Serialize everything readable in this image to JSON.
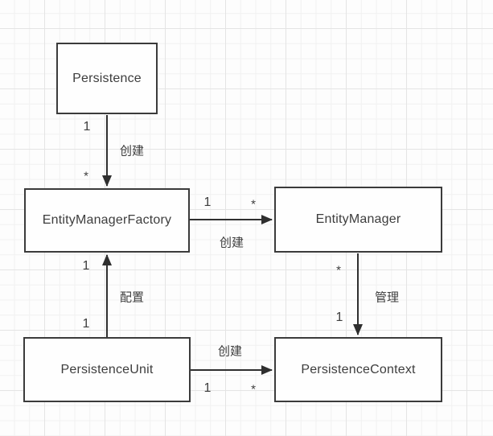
{
  "diagram": {
    "kind": "uml-relationship-diagram",
    "nodes": [
      {
        "id": "persistence",
        "label": "Persistence"
      },
      {
        "id": "entityManagerFactory",
        "label": "EntityManagerFactory"
      },
      {
        "id": "entityManager",
        "label": "EntityManager"
      },
      {
        "id": "persistenceUnit",
        "label": "PersistenceUnit"
      },
      {
        "id": "persistenceContext",
        "label": "PersistenceContext"
      }
    ],
    "edges": [
      {
        "from": "Persistence",
        "to": "EntityManagerFactory",
        "label": "创建",
        "source_multiplicity": "1",
        "target_multiplicity": "*"
      },
      {
        "from": "EntityManagerFactory",
        "to": "EntityManager",
        "label": "创建",
        "source_multiplicity": "1",
        "target_multiplicity": "*"
      },
      {
        "from": "PersistenceUnit",
        "to": "EntityManagerFactory",
        "label": "配置",
        "source_multiplicity": "1",
        "target_multiplicity": "1"
      },
      {
        "from": "EntityManager",
        "to": "PersistenceContext",
        "label": "管理",
        "source_multiplicity": "*",
        "target_multiplicity": "1"
      },
      {
        "from": "PersistenceUnit",
        "to": "PersistenceContext",
        "label": "创建",
        "source_multiplicity": "1",
        "target_multiplicity": "*"
      }
    ],
    "colors": {
      "background": "#fdfdfd",
      "grid_minor": "#f1f1f1",
      "grid_major": "#e4e4e4",
      "node_fill": "#fefefe",
      "node_border": "#3b3b3b",
      "edge_line": "#2f2f2f",
      "text": "#3d3d3d"
    }
  }
}
